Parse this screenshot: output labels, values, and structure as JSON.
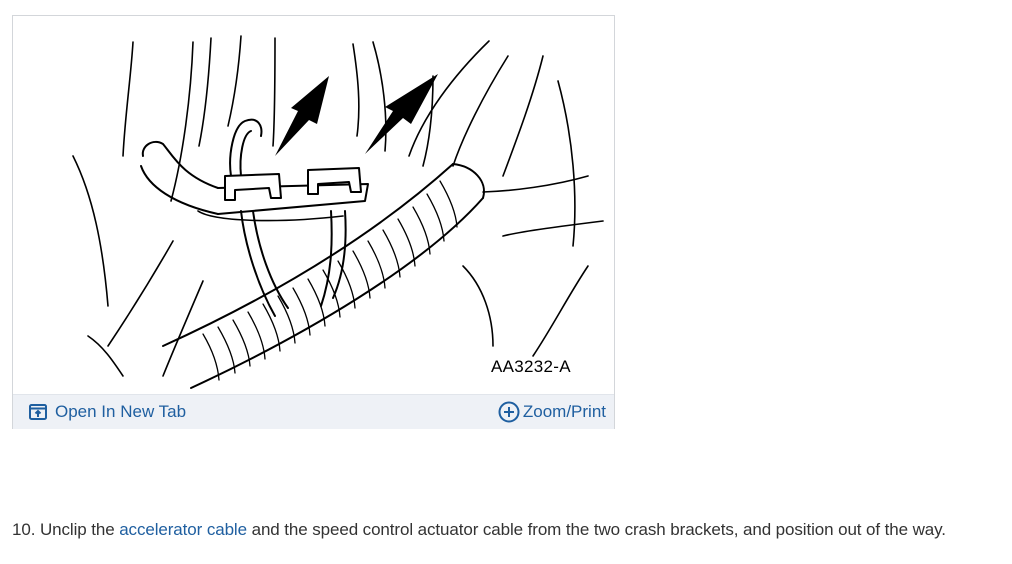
{
  "figure": {
    "label": "AA3232-A",
    "toolbar": {
      "open_tab_label": "Open In New Tab",
      "open_tab_icon": "open-in-new-tab-icon",
      "zoom_label": "Zoom/Print",
      "zoom_icon": "plus-circle-icon"
    }
  },
  "step": {
    "number": "10.",
    "text_before": "Unclip the",
    "link_text": "accelerator cable",
    "text_after": "and the speed control actuator cable from the two crash brackets, and position out of the way."
  },
  "colors": {
    "link": "#1f5fa0",
    "toolbar_bg": "#eef1f6",
    "text": "#333333"
  }
}
